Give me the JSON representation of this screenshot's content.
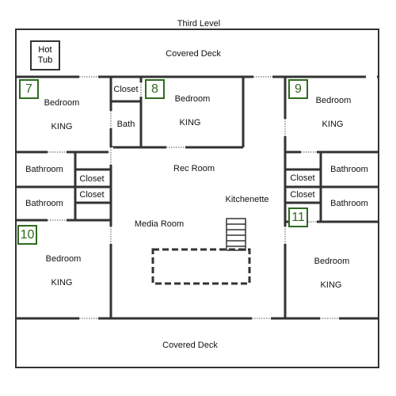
{
  "title": "Third Level",
  "rooms": {
    "covered_deck_top": "Covered Deck",
    "covered_deck_bottom": "Covered Deck",
    "hot_tub_line1": "Hot",
    "hot_tub_line2": "Tub",
    "closet_8": "Closet",
    "bath_8": "Bath",
    "bedroom_7": "Bedroom",
    "bed_7": "KING",
    "bedroom_8": "Bedroom",
    "bed_8": "KING",
    "bedroom_9": "Bedroom",
    "bed_9": "KING",
    "bedroom_10": "Bedroom",
    "bed_10": "KING",
    "bedroom_11": "Bedroom",
    "bed_11": "KING",
    "bathroom_left_top": "Bathroom",
    "bathroom_left_bottom": "Bathroom",
    "closet_left_top": "Closet",
    "closet_left_bottom": "Closet",
    "bathroom_right_top": "Bathroom",
    "bathroom_right_bottom": "Bathroom",
    "closet_right_top": "Closet",
    "closet_right_bottom": "Closet",
    "rec_room": "Rec Room",
    "kitchenette": "Kitchenette",
    "media_room": "Media Room"
  },
  "room_numbers": {
    "n7": "7",
    "n8": "8",
    "n9": "9",
    "n10": "10",
    "n11": "11"
  },
  "colors": {
    "wall": "#333333",
    "number_accent": "#2e6b1e",
    "background": "#ffffff"
  }
}
